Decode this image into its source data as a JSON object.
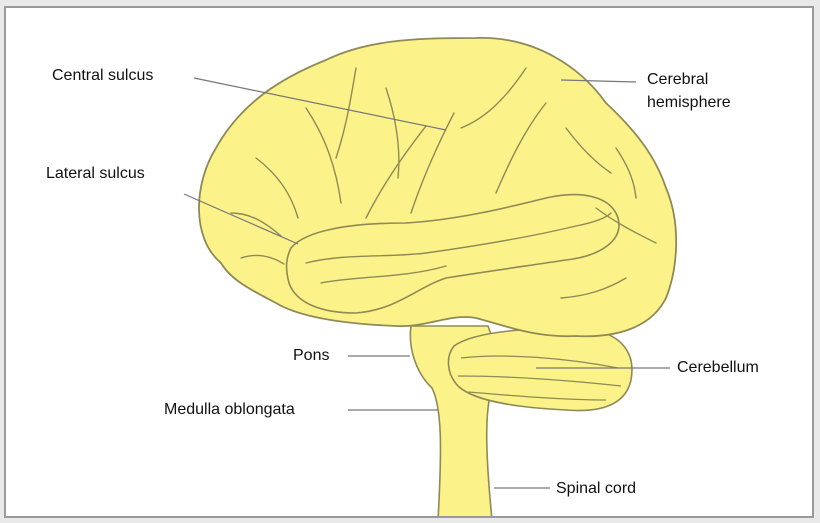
{
  "diagram": {
    "colors": {
      "brain_fill": "#fbf28a",
      "brain_shade": "#f4e565",
      "outline": "#8f8a55",
      "leader": "#777777"
    },
    "labels": {
      "central_sulcus": "Central sulcus",
      "cerebral_hemisphere_line1": "Cerebral",
      "cerebral_hemisphere_line2": "hemisphere",
      "lateral_sulcus": "Lateral sulcus",
      "pons": "Pons",
      "cerebellum": "Cerebellum",
      "medulla_oblongata": "Medulla oblongata",
      "spinal_cord": "Spinal cord"
    }
  }
}
